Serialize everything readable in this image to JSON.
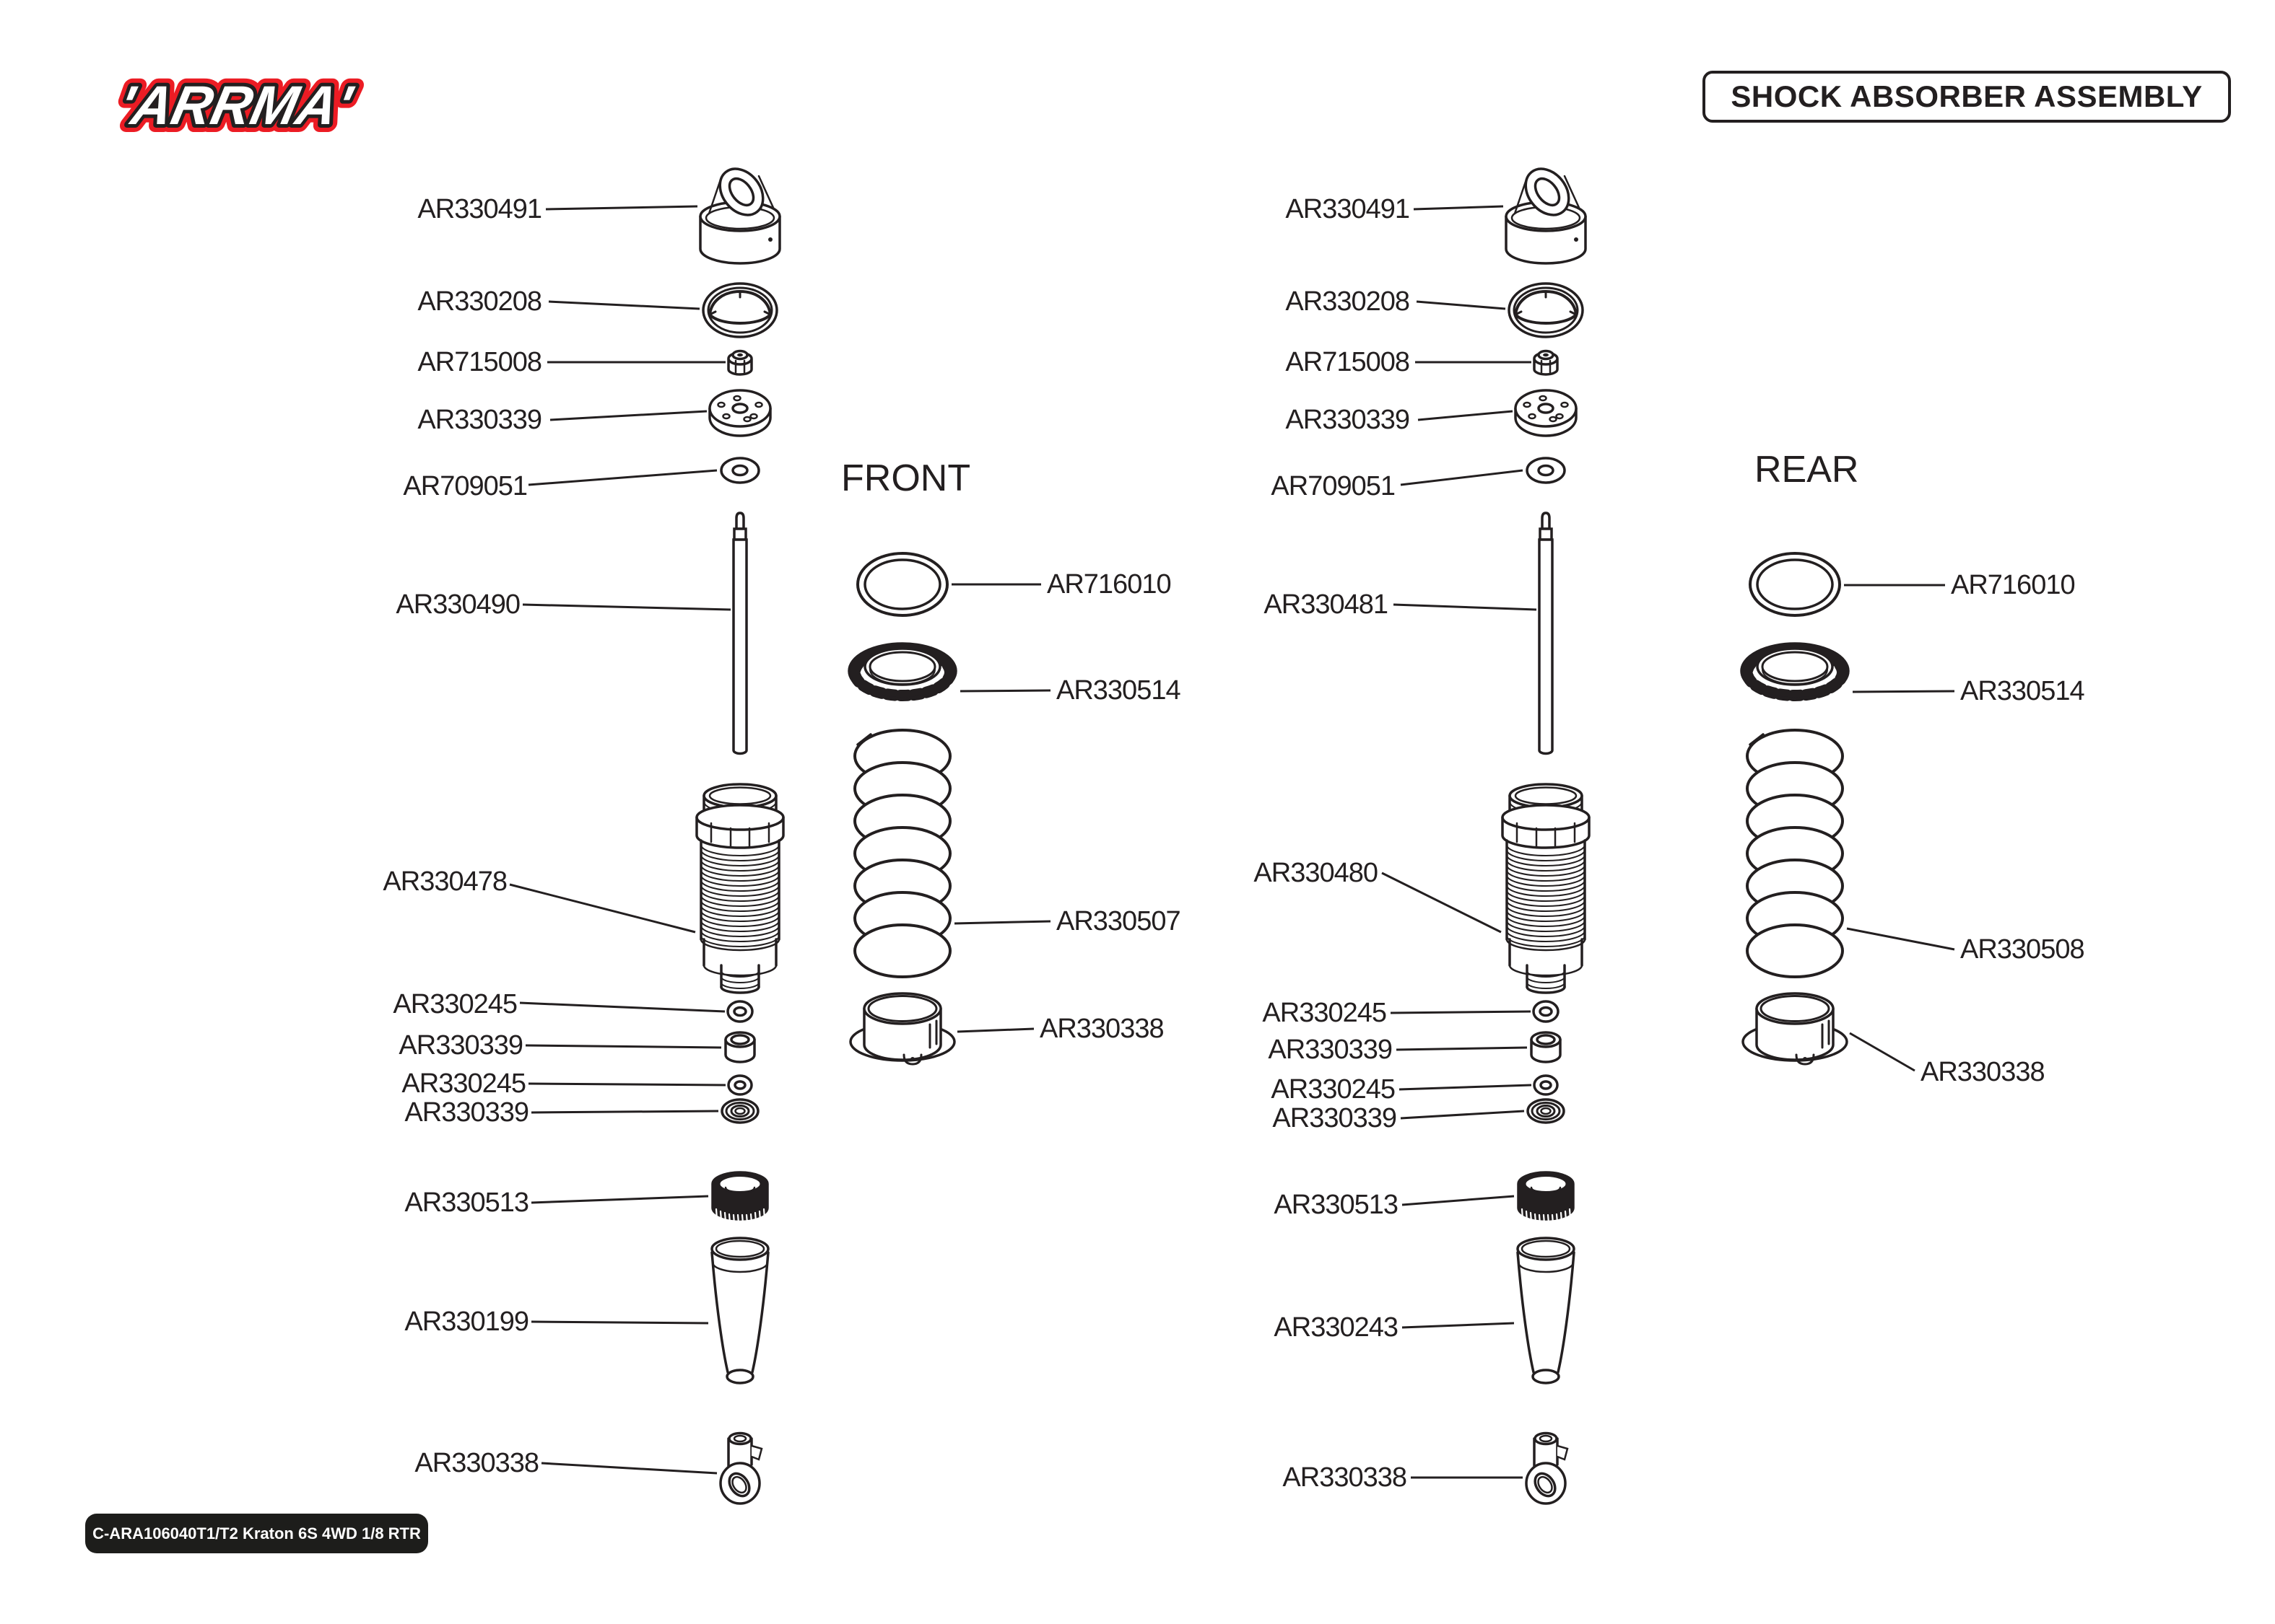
{
  "brand": {
    "logo_text": "'ARRMA'"
  },
  "header": {
    "title": "SHOCK ABSORBER ASSEMBLY"
  },
  "footer": {
    "model_label": "C-ARA106040T1/T2 Kraton 6S 4WD 1/8 RTR"
  },
  "front": {
    "section_label": "FRONT",
    "stack_labels": [
      "AR330491",
      "AR330208",
      "AR715008",
      "AR330339",
      "AR709051",
      "AR330490",
      "AR330478",
      "AR330245",
      "AR330339",
      "AR330245",
      "AR330339",
      "AR330513",
      "AR330199",
      "AR330338"
    ],
    "side_labels": [
      "AR716010",
      "AR330514",
      "AR330507",
      "AR330338"
    ]
  },
  "rear": {
    "section_label": "REAR",
    "stack_labels": [
      "AR330491",
      "AR330208",
      "AR715008",
      "AR330339",
      "AR709051",
      "AR330481",
      "AR330480",
      "AR330245",
      "AR330339",
      "AR330245",
      "AR330339",
      "AR330513",
      "AR330243",
      "AR330338"
    ],
    "side_labels": [
      "AR716010",
      "AR330514",
      "AR330508",
      "AR330338"
    ]
  }
}
